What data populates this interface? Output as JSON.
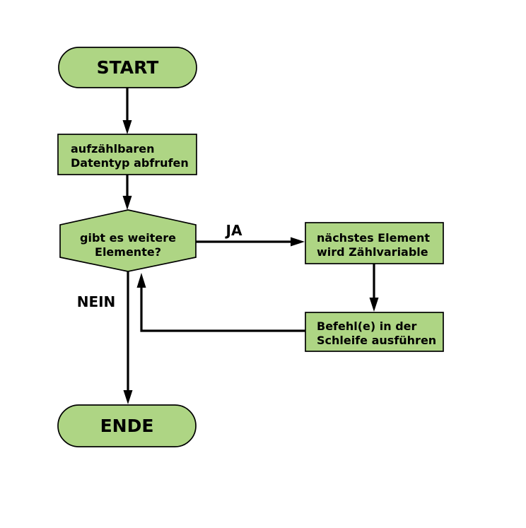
{
  "diagram": {
    "colors": {
      "background": "#ffffff",
      "node_fill": "#aed584",
      "node_stroke": "#000000",
      "arrow": "#000000",
      "text": "#000000"
    },
    "nodes": {
      "start": {
        "type": "terminator",
        "label": "START"
      },
      "fetch": {
        "type": "process",
        "line1": "aufzählbaren",
        "line2": "Datentyp abfrufen"
      },
      "decision": {
        "type": "decision",
        "line1": "gibt es weitere",
        "line2": "Elemente?"
      },
      "next_element": {
        "type": "process",
        "line1": "nächstes Element",
        "line2": "wird Zählvariable"
      },
      "loop_body": {
        "type": "process",
        "line1": "Befehl(e) in der",
        "line2": "Schleife ausführen"
      },
      "end": {
        "type": "terminator",
        "label": "ENDE"
      }
    },
    "edge_labels": {
      "yes": "JA",
      "no": "NEIN"
    }
  }
}
